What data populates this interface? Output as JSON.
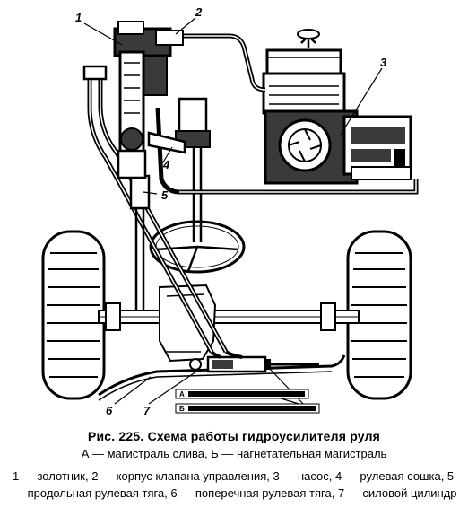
{
  "figure": {
    "callouts": [
      "1",
      "2",
      "3",
      "4",
      "5",
      "6",
      "7"
    ],
    "inline_labels": [
      "А",
      "Б"
    ],
    "colors": {
      "ink": "#000000",
      "paper": "#ffffff",
      "fill_gray": "#3a3a3a"
    }
  },
  "caption": {
    "title": "Рис. 225. Схема работы гидроусилителя руля",
    "subtitle": "А — магистраль слива, Б — нагнетательная магистраль",
    "legend": "1 — золотник, 2 — корпус клапана управления, 3 — насос, 4 — рулевая сошка, 5 — продольная рулевая тяга, 6 — поперечная рулевая тяга, 7 — силовой цилиндр"
  }
}
